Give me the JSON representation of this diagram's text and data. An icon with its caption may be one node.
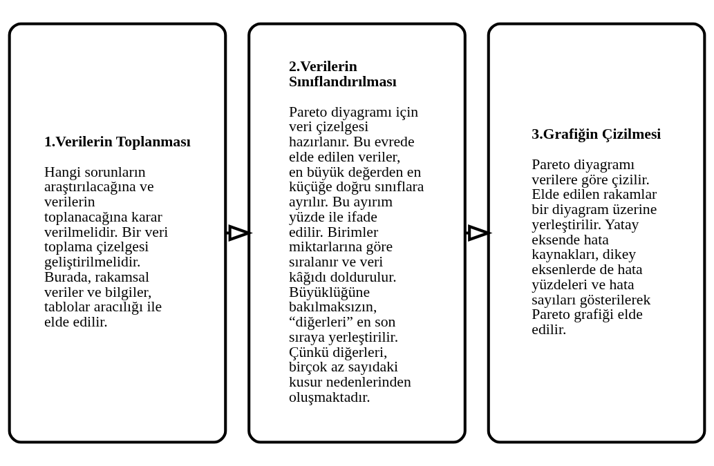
{
  "diagram": {
    "nodes": [
      {
        "text": [
          "1.Verilerin Toplanması",
          "Hangi sorunların araştırılacağına ve verilerin toplanacağına karar verilmelidir. Bir veri toplama çizelgesi geliştirilmelidir. Burada, rakamsal veriler ve bilgiler, tablolar aracılığı ile elde edilir."
        ]
      },
      {
        "text": [
          "2.Verilerin Sınıflandırılması",
          "Pareto diyagramı için veri çizelgesi hazırlanır. Bu evrede elde edilen veriler, en büyük değerden en küçüğe doğru sınıflara ayrılır. Bu ayırım yüzde ile ifade edilir. Birimler miktarlarına göre sıralanır ve veri kâğıdı doldurulur. Büyüklüğüne bakılmaksızın, “diğerleri” en son sıraya yerleştirilir. Çünkü diğerleri, birçok az sayıdaki kusur nedenlerinden oluşmaktadır."
        ]
      },
      {
        "text": [
          "3.Grafiğin Çizilmesi",
          "Pareto diyagramı verilere göre çizilir. Elde edilen rakamlar bir diyagram üzerine yerleştirilir. Yatay eksende hata kaynakları, dikey eksenlerde de hata yüzdeleri ve hata sayıları gösterilerek Pareto grafiği elde edilir."
        ]
      }
    ],
    "edges": [
      {
        "from": 0,
        "to": 1,
        "arrow": "to"
      },
      {
        "from": 1,
        "to": 2,
        "arrow": "to"
      }
    ]
  }
}
